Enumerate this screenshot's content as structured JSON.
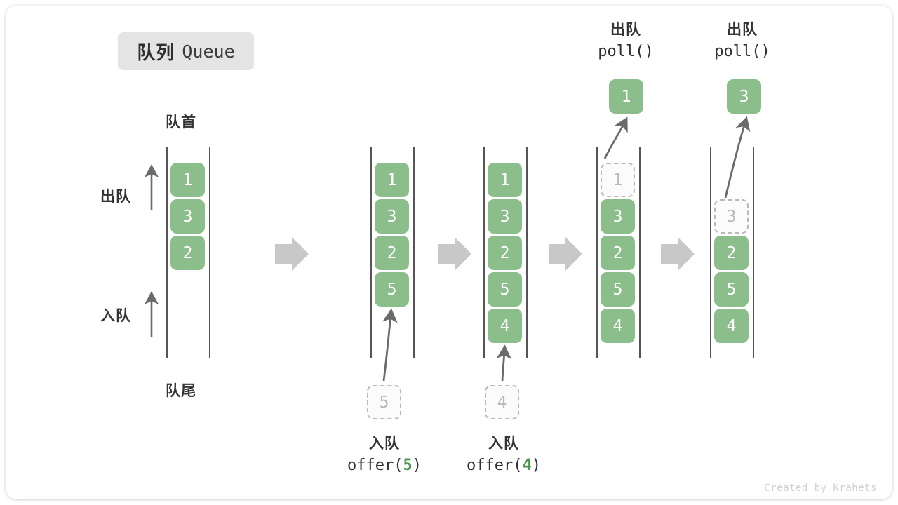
{
  "title": {
    "zh": "队列",
    "en": "Queue"
  },
  "labels": {
    "head": "队首",
    "tail": "队尾",
    "dequeue": "出队",
    "enqueue": "入队"
  },
  "footer": {
    "credit": "Created by Krahets"
  },
  "colors": {
    "cell_fill": "#8cbe8c",
    "cell_text": "#ffffff",
    "ghost_border": "#b9b9b9",
    "ghost_text": "#b9b9b9",
    "rail": "#555555",
    "arrow": "#6b6b6b",
    "step_arrow": "#c8c8c8",
    "badge_bg": "#e4e4e4",
    "accent_green": "#4e9a51"
  },
  "columns": [
    {
      "id": "col-1",
      "cells": [
        {
          "value": "1",
          "state": "filled"
        },
        {
          "value": "3",
          "state": "filled"
        },
        {
          "value": "2",
          "state": "filled"
        }
      ]
    },
    {
      "id": "col-2",
      "cells": [
        {
          "value": "1",
          "state": "filled"
        },
        {
          "value": "3",
          "state": "filled"
        },
        {
          "value": "2",
          "state": "filled"
        },
        {
          "value": "5",
          "state": "filled"
        }
      ]
    },
    {
      "id": "col-3",
      "cells": [
        {
          "value": "1",
          "state": "filled"
        },
        {
          "value": "3",
          "state": "filled"
        },
        {
          "value": "2",
          "state": "filled"
        },
        {
          "value": "5",
          "state": "filled"
        },
        {
          "value": "4",
          "state": "filled"
        }
      ]
    },
    {
      "id": "col-4",
      "cells": [
        {
          "value": "1",
          "state": "ghost"
        },
        {
          "value": "3",
          "state": "filled"
        },
        {
          "value": "2",
          "state": "filled"
        },
        {
          "value": "5",
          "state": "filled"
        },
        {
          "value": "4",
          "state": "filled"
        }
      ]
    },
    {
      "id": "col-5",
      "cells": [
        {
          "value": "",
          "state": "empty"
        },
        {
          "value": "3",
          "state": "ghost"
        },
        {
          "value": "2",
          "state": "filled"
        },
        {
          "value": "5",
          "state": "filled"
        },
        {
          "value": "4",
          "state": "filled"
        }
      ]
    }
  ],
  "operations": {
    "offer_5": {
      "zh": "入队",
      "code_prefix": "offer(",
      "arg": "5",
      "code_suffix": ")",
      "pending_value": "5"
    },
    "offer_4": {
      "zh": "入队",
      "code_prefix": "offer(",
      "arg": "4",
      "code_suffix": ")",
      "pending_value": "4"
    },
    "poll_1": {
      "zh": "出队",
      "code": "poll()",
      "removed_value": "1"
    },
    "poll_3": {
      "zh": "出队",
      "code": "poll()",
      "removed_value": "3"
    }
  }
}
